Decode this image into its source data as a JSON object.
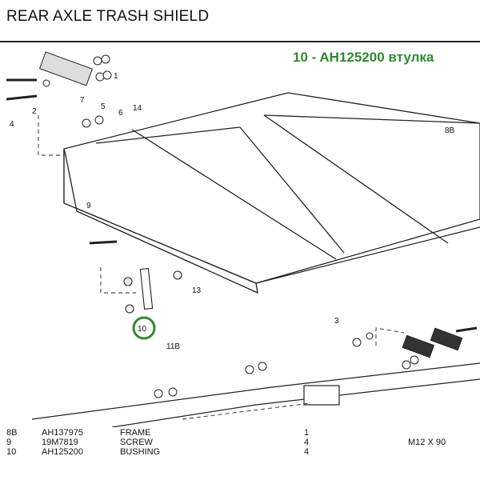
{
  "title": "REAR AXLE TRASH SHIELD",
  "highlight": "10 - AH125200 втулка",
  "accent_color": "#2e8b2e",
  "callouts": [
    "4",
    "7",
    "1",
    "2",
    "5",
    "6",
    "14",
    "9",
    "10",
    "11B",
    "13",
    "8B",
    "3"
  ],
  "parts": [
    {
      "ref": "8B",
      "number": "AH137975",
      "description": "FRAME",
      "qty": "1",
      "remarks": ""
    },
    {
      "ref": "9",
      "number": "19M7819",
      "description": "SCREW",
      "qty": "4",
      "remarks": "M12 X 90"
    },
    {
      "ref": "10",
      "number": "AH125200",
      "description": "BUSHING",
      "qty": "4",
      "remarks": ""
    }
  ]
}
